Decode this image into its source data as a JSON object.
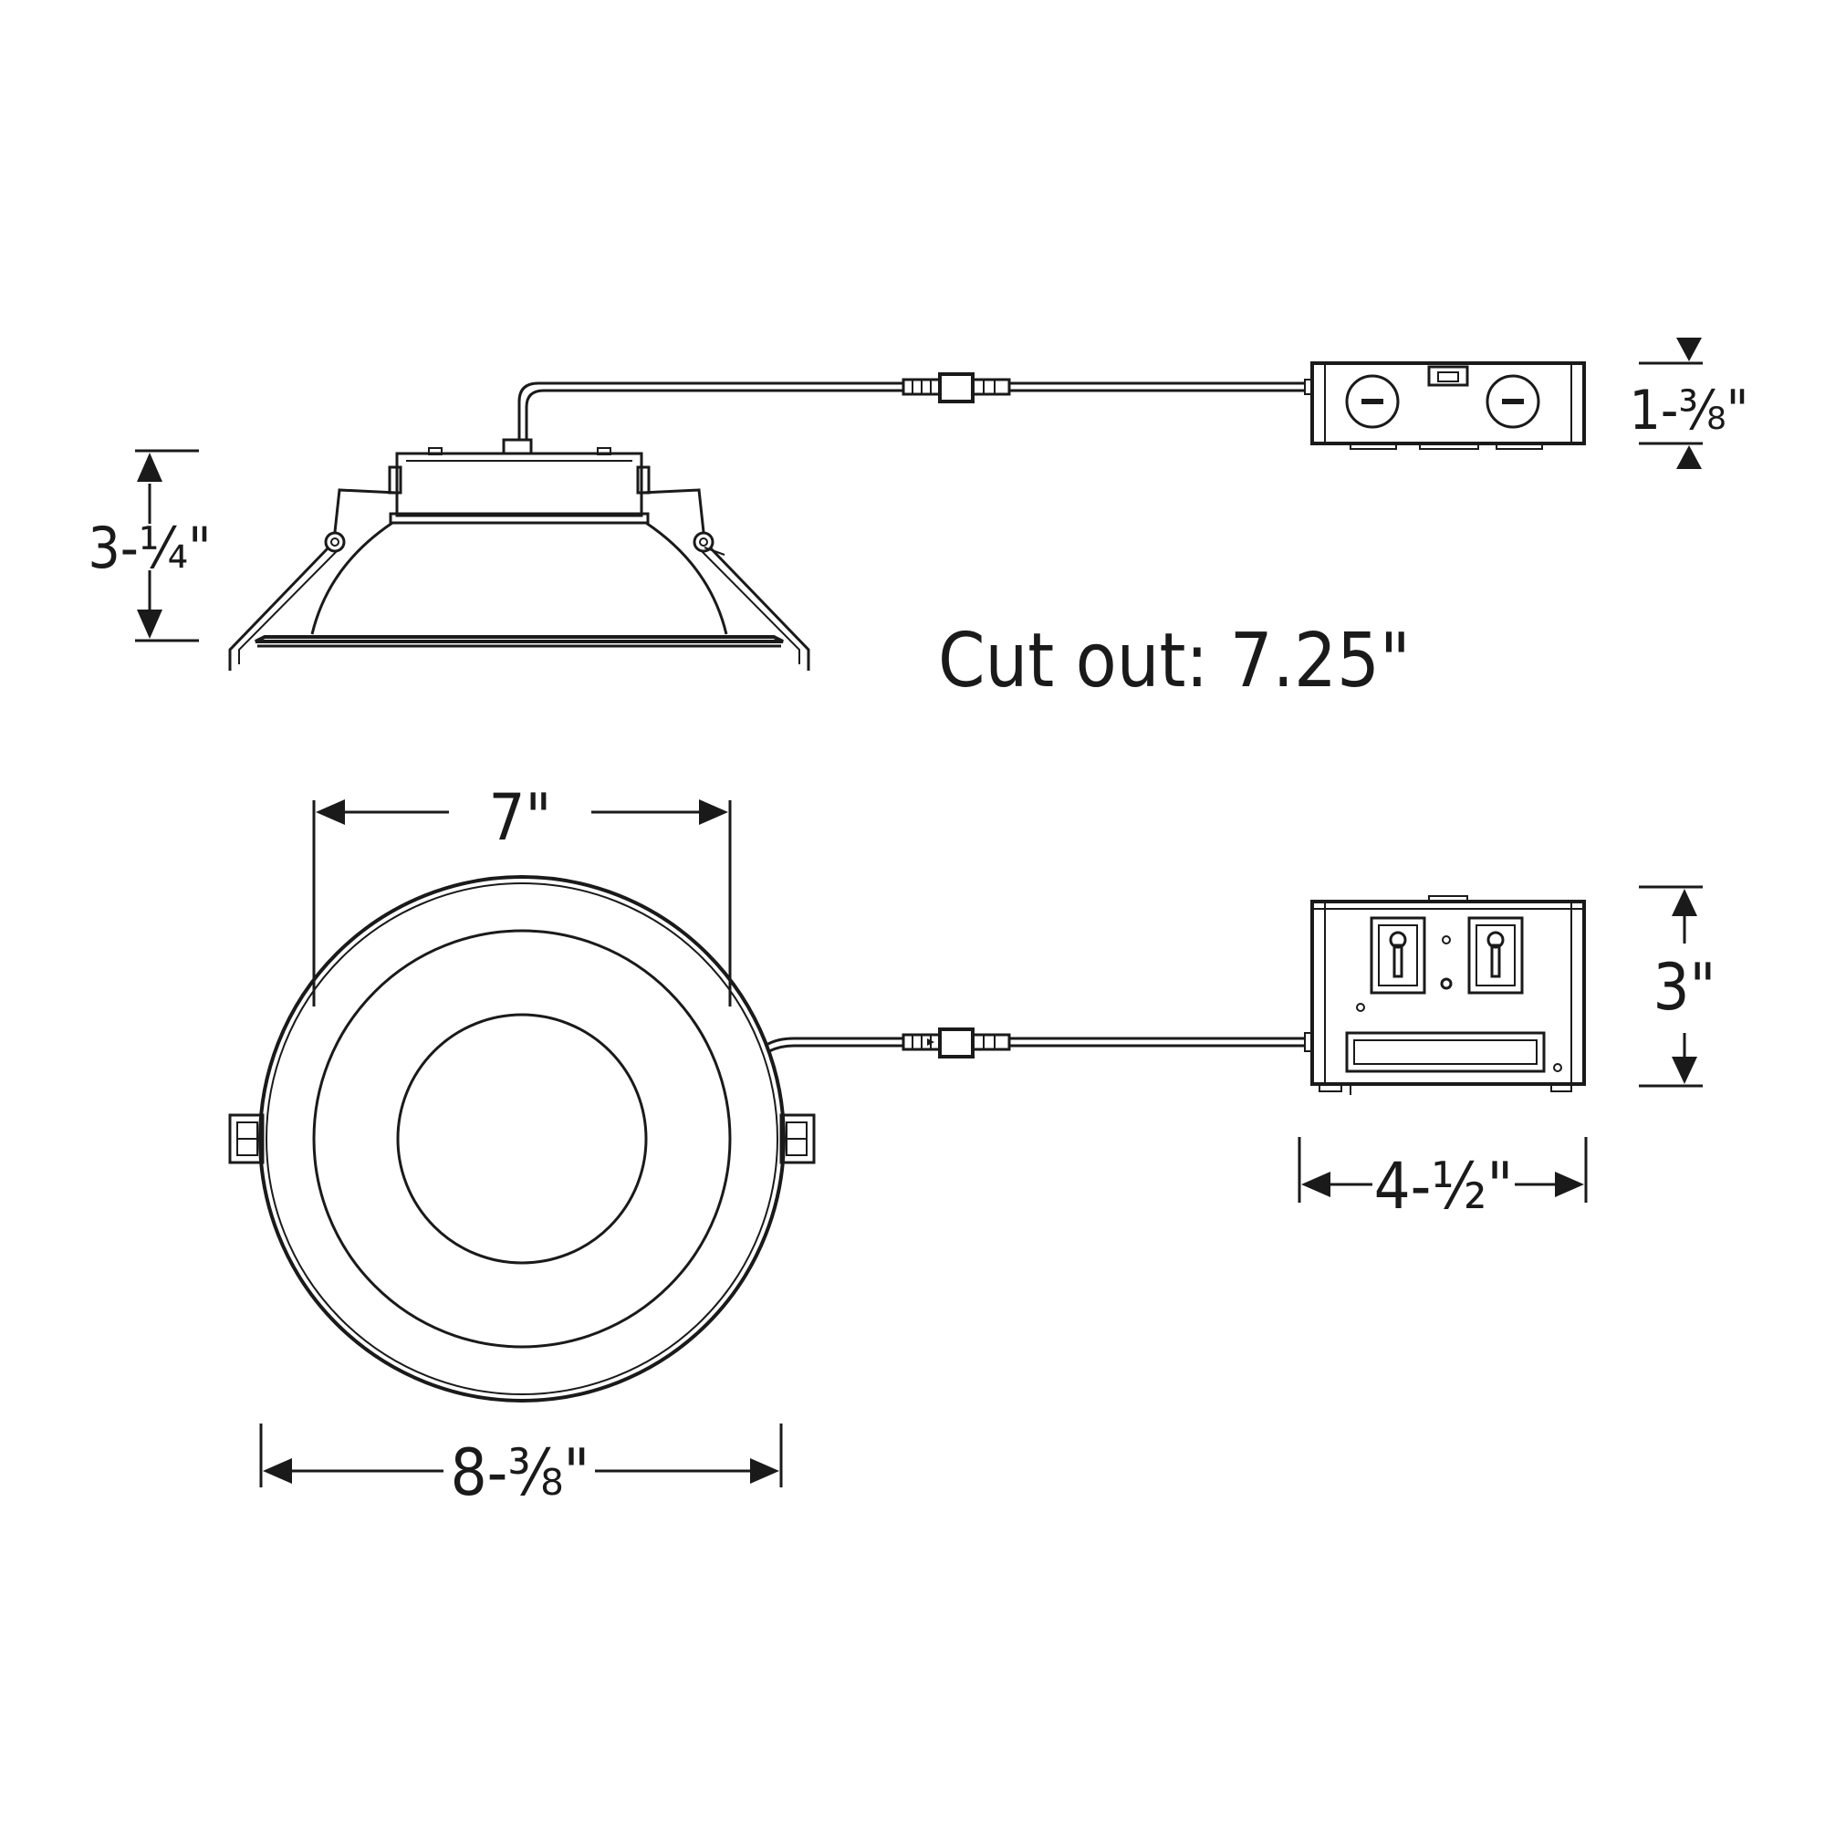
{
  "colors": {
    "line": "#1a1a1a",
    "background": "#ffffff"
  },
  "labels": {
    "height": "3-¼\"",
    "junction_box_height": "1-⅜\"",
    "cut_out": "Cut out: 7.25\"",
    "inner_diameter": "7\"",
    "outer_diameter": "8-⅜\"",
    "junction_box_depth": "3\"",
    "junction_box_width": "4-½\""
  }
}
